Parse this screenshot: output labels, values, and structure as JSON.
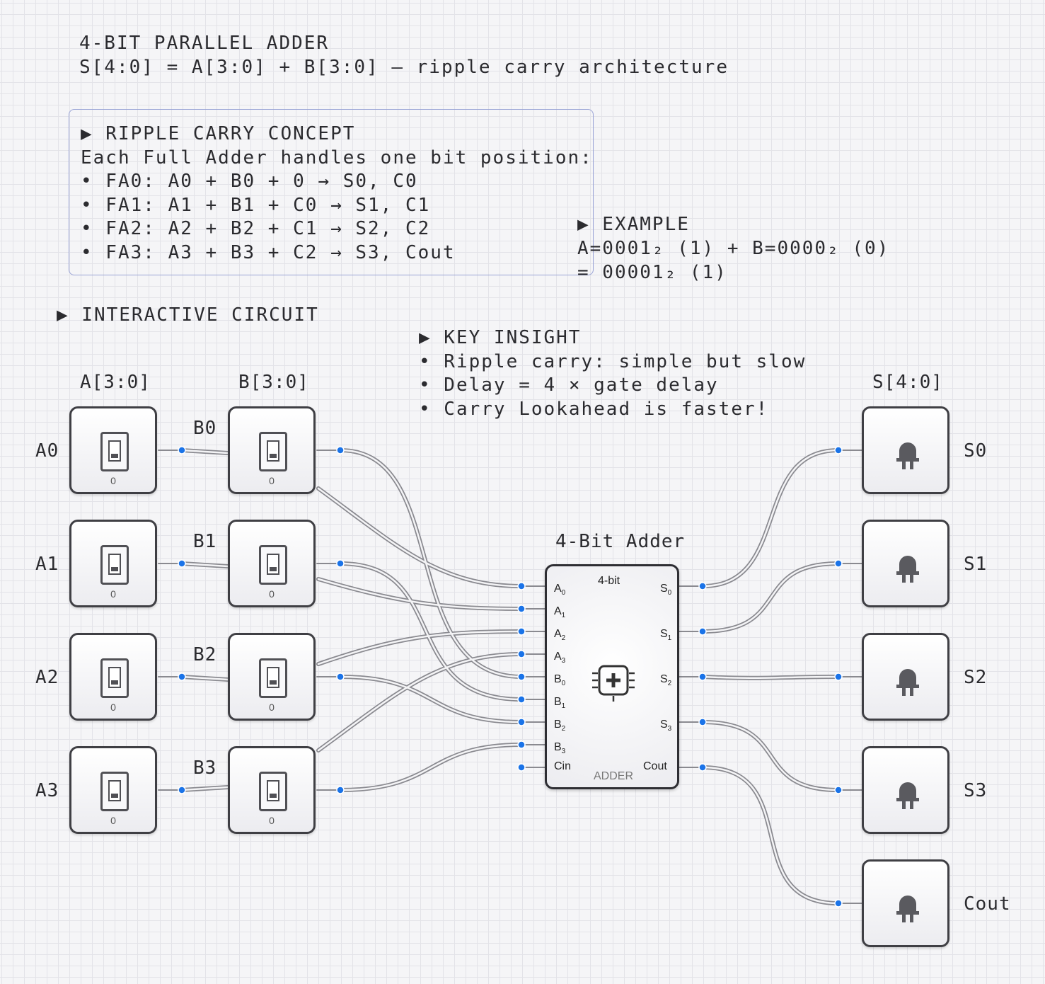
{
  "header": {
    "title": "4-BIT PARALLEL ADDER",
    "subtitle": "S[4:0] = A[3:0] + B[3:0] – ripple carry architecture"
  },
  "concept": {
    "title": "▶ RIPPLE CARRY CONCEPT",
    "intro": "Each Full Adder handles one bit position:",
    "lines": [
      "• FA0: A0 + B0 + 0 → S0, C0",
      "• FA1: A1 + B1 + C0 → S1, C1",
      "• FA2: A2 + B2 + C1 → S2, C2",
      "• FA3: A3 + B3 + C2 → S3, Cout"
    ]
  },
  "example": {
    "title": "▶ EXAMPLE",
    "line1": "A=0001₂ (1) + B=0000₂ (0)",
    "line2": "= 00001₂ (1)"
  },
  "circuit_heading": "▶ INTERACTIVE CIRCUIT",
  "insight": {
    "title": "▶ KEY INSIGHT",
    "lines": [
      "• Ripple carry: simple but slow",
      "• Delay = 4 × gate delay",
      "• Carry Lookahead is faster!"
    ]
  },
  "groups": {
    "a": "A[3:0]",
    "b": "B[3:0]",
    "s": "S[4:0]"
  },
  "inputs_a": [
    {
      "label": "A0",
      "value": "0"
    },
    {
      "label": "A1",
      "value": "0"
    },
    {
      "label": "A2",
      "value": "0"
    },
    {
      "label": "A3",
      "value": "0"
    }
  ],
  "inputs_b": [
    {
      "label": "B0",
      "value": "0"
    },
    {
      "label": "B1",
      "value": "0"
    },
    {
      "label": "B2",
      "value": "0"
    },
    {
      "label": "B3",
      "value": "0"
    }
  ],
  "outputs": [
    "S0",
    "S1",
    "S2",
    "S3",
    "Cout"
  ],
  "chip": {
    "title": "4-Bit Adder",
    "badge": "4-bit",
    "footer": "ADDER",
    "input_pins": [
      "A0",
      "A1",
      "A2",
      "A3",
      "B0",
      "B1",
      "B2",
      "B3",
      "Cin"
    ],
    "output_pins": [
      "S0",
      "S1",
      "S2",
      "S3",
      "Cout"
    ]
  },
  "colors": {
    "pin": "#1a73e8",
    "wire": "#8a8a90",
    "ink": "#2b2b2f",
    "box_border": "#9aa4d6"
  }
}
